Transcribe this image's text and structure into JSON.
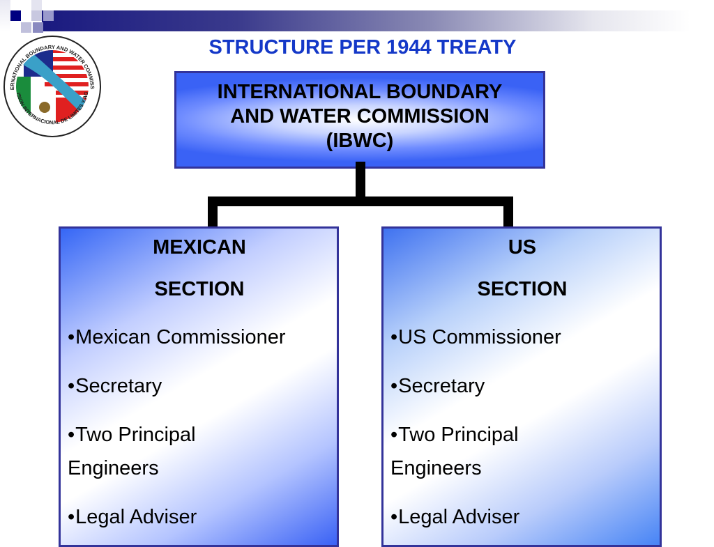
{
  "slide": {
    "title": "STRUCTURE PER 1944 TREATY",
    "seal": {
      "icon": "ibwc-seal-icon",
      "top_text": "INTERNATIONAL BOUNDARY AND WATER COMMISSION",
      "bottom_text": "COMISION INTERNACIONAL DE LIMITES Y AGUAS"
    },
    "colors": {
      "title": "#1438c8",
      "box_border": "#33339a",
      "box_fill": "#3a62f5",
      "connector": "#000000",
      "banner_dark": "#1a1a80"
    }
  },
  "chart_data": {
    "type": "table",
    "title": "STRUCTURE PER 1944 TREATY",
    "root": {
      "lines": [
        "INTERNATIONAL BOUNDARY",
        "AND WATER COMMISSION",
        "(IBWC)"
      ]
    },
    "children": [
      {
        "heading": [
          "MEXICAN",
          "SECTION"
        ],
        "items": [
          "Mexican Commissioner",
          "Secretary",
          "Two Principal Engineers",
          "Legal Adviser"
        ]
      },
      {
        "heading": [
          "US",
          "SECTION"
        ],
        "items": [
          "US Commissioner",
          "Secretary",
          "Two Principal Engineers",
          "Legal Adviser"
        ]
      }
    ]
  },
  "org": {
    "root": {
      "line1": "INTERNATIONAL BOUNDARY",
      "line2": "AND WATER COMMISSION",
      "line3": "(IBWC)"
    },
    "mexican": {
      "head1": "MEXICAN",
      "head2": "SECTION",
      "bullet": "•",
      "item1": "Mexican Commissioner",
      "item2": "Secretary",
      "item3a": "Two Principal",
      "item3b": "Engineers",
      "item4": "Legal Adviser"
    },
    "us": {
      "head1": "US",
      "head2": "SECTION",
      "bullet": "•",
      "item1": "US Commissioner",
      "item2": "Secretary",
      "item3a": "Two Principal",
      "item3b": "Engineers",
      "item4": "Legal Adviser"
    }
  }
}
